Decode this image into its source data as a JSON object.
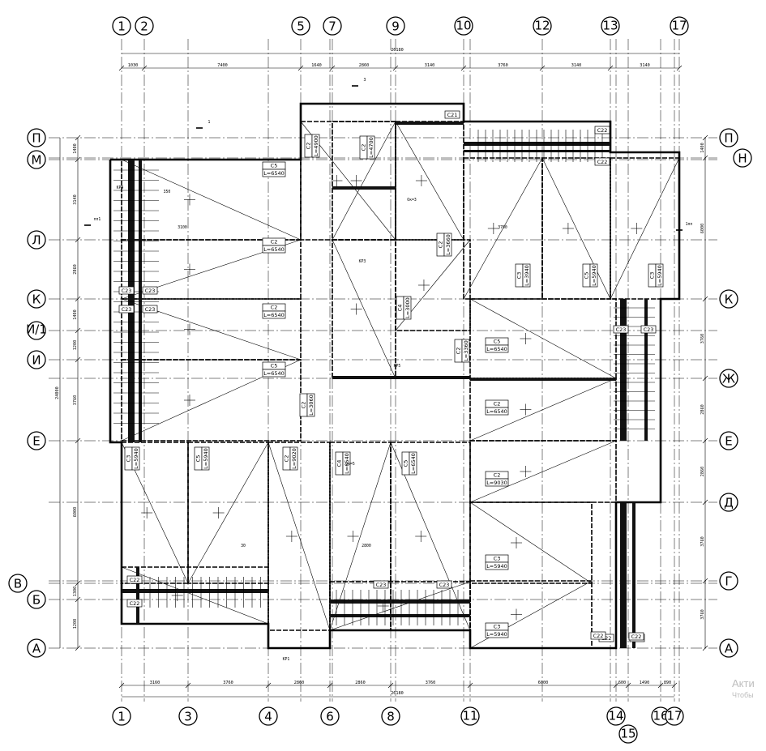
{
  "drawing": {
    "top_axes": [
      "1",
      "2",
      "5",
      "7",
      "9",
      "10",
      "12",
      "13",
      "17"
    ],
    "bottom_axes": [
      "1",
      "3",
      "4",
      "6",
      "8",
      "11",
      "14",
      "15",
      "16",
      "17"
    ],
    "left_axes": [
      "П",
      "М",
      "Л",
      "К",
      "И/1",
      "И",
      "Е",
      "В",
      "Б",
      "А"
    ],
    "right_axes": [
      "П",
      "Н",
      "К",
      "Ж",
      "Е",
      "Д",
      "Г",
      "А"
    ],
    "overall_dim_top": "26180",
    "overall_dim_bottom": "26180",
    "overall_dim_left": "24000",
    "top_dims": [
      "1030",
      "7400",
      "1640",
      "2860",
      "3140",
      "3760",
      "3140",
      "3140"
    ],
    "bottom_dims": [
      "3160",
      "3760",
      "2860",
      "2860",
      "3760",
      "6000",
      "600",
      "1490",
      "890"
    ],
    "left_dims": [
      "1400",
      "3140",
      "2860",
      "1400",
      "1200",
      "3760",
      "6000",
      "1300",
      "1200"
    ],
    "right_dims": [
      "1400",
      "6000",
      "3760",
      "2860",
      "2860",
      "3760",
      "3760"
    ],
    "section_marks": [
      "1",
      "3",
      "пп1",
      "1пп"
    ],
    "slab_labels": [
      {
        "mark": "C5",
        "len": "L=6540"
      },
      {
        "mark": "C2",
        "len": "L=6540"
      },
      {
        "mark": "C2",
        "len": "L=6540"
      },
      {
        "mark": "C5",
        "len": "L=6540"
      },
      {
        "mark": "C2",
        "len": "L=4900"
      },
      {
        "mark": "C2",
        "len": "L=4700"
      },
      {
        "mark": "C2",
        "len": "L=3660"
      },
      {
        "mark": "C4",
        "len": "L=3000"
      },
      {
        "mark": "C2",
        "len": "L=3360"
      },
      {
        "mark": "C2",
        "len": "L=3060"
      },
      {
        "mark": "C3",
        "len": "L=3940"
      },
      {
        "mark": "C5",
        "len": "L=5940"
      },
      {
        "mark": "C3",
        "len": "L=5940"
      },
      {
        "mark": "C5",
        "len": "L=6540"
      },
      {
        "mark": "C2",
        "len": "L=6540"
      },
      {
        "mark": "C2",
        "len": "L=9030"
      },
      {
        "mark": "C3",
        "len": "L=5940"
      },
      {
        "mark": "C3",
        "len": "L=5940"
      },
      {
        "mark": "C3",
        "len": "L=5940"
      },
      {
        "mark": "C5",
        "len": "L=5940"
      },
      {
        "mark": "C2",
        "len": "L=9020"
      },
      {
        "mark": "C4",
        "len": "L=6540"
      },
      {
        "mark": "C5",
        "len": "L=6540"
      }
    ],
    "edge_labels": [
      "C21",
      "C22",
      "C22",
      "C22",
      "C22",
      "C23",
      "C23",
      "C23",
      "C23",
      "C23",
      "C23",
      "C23",
      "C22",
      "C22",
      "C23",
      "C22",
      "C22"
    ],
    "beam_marks": [
      "КР4",
      "КР3",
      "КР5",
      "КР1",
      "Ок=3",
      "Ок=5"
    ],
    "span_notes": [
      "3100",
      "3700",
      "2800",
      "30",
      "350"
    ]
  },
  "watermark": {
    "line1": "Акти",
    "line2": "Чтобы"
  }
}
